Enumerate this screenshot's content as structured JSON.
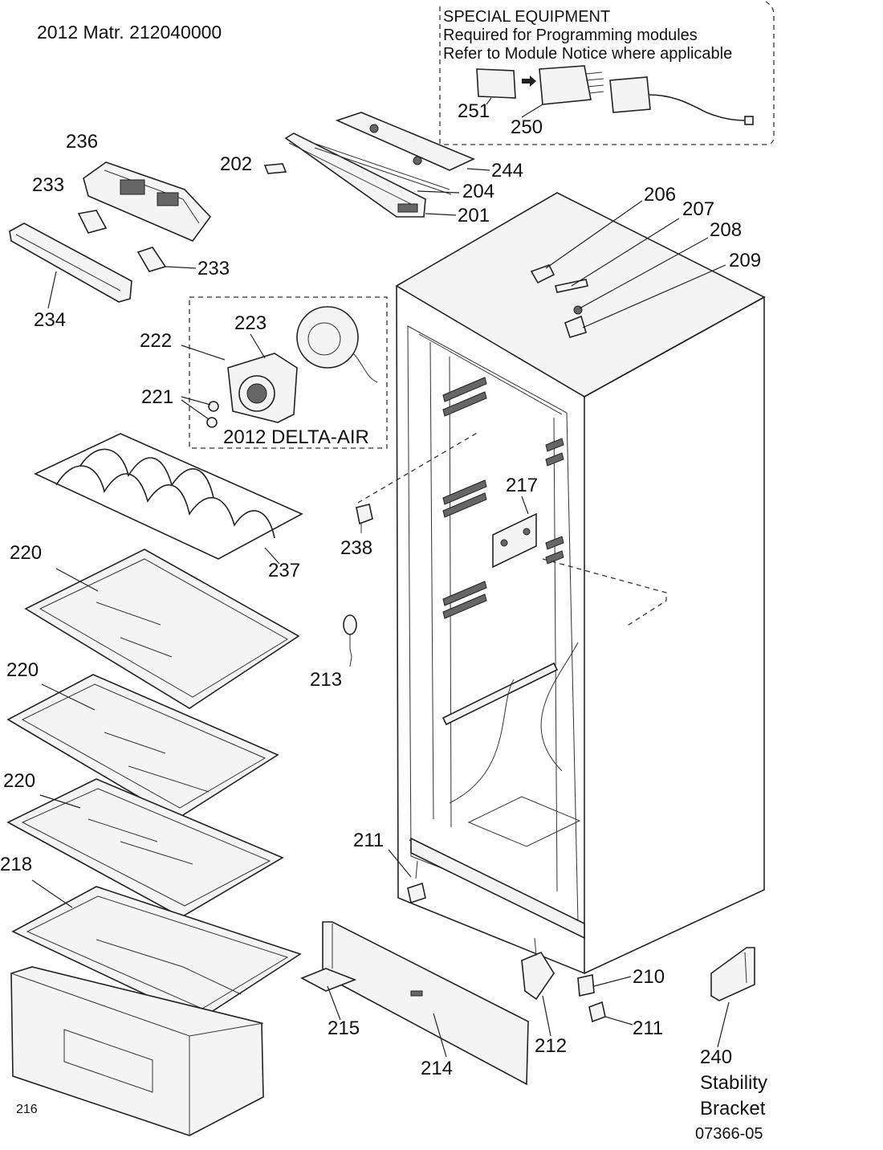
{
  "header": {
    "title": "2012 Matr. 212040000"
  },
  "special_equipment": {
    "heading": "SPECIAL EQUIPMENT",
    "line1": "Required for Programming modules",
    "line2": "Refer to Module Notice where applicable"
  },
  "delta_air": {
    "label": "2012  DELTA-AIR"
  },
  "stability_bracket": {
    "line1": "Stability",
    "line2": "Bracket"
  },
  "doc_code": "07366-05",
  "parts": [
    {
      "id": "p251",
      "label": "251"
    },
    {
      "id": "p250",
      "label": "250"
    },
    {
      "id": "p236",
      "label": "236"
    },
    {
      "id": "p202",
      "label": "202"
    },
    {
      "id": "p244",
      "label": "244"
    },
    {
      "id": "p233a",
      "label": "233"
    },
    {
      "id": "p204",
      "label": "204"
    },
    {
      "id": "p201",
      "label": "201"
    },
    {
      "id": "p206",
      "label": "206"
    },
    {
      "id": "p207",
      "label": "207"
    },
    {
      "id": "p208",
      "label": "208"
    },
    {
      "id": "p233b",
      "label": "233"
    },
    {
      "id": "p209",
      "label": "209"
    },
    {
      "id": "p234",
      "label": "234"
    },
    {
      "id": "p223",
      "label": "223"
    },
    {
      "id": "p222",
      "label": "222"
    },
    {
      "id": "p221",
      "label": "221"
    },
    {
      "id": "p217",
      "label": "217"
    },
    {
      "id": "p238",
      "label": "238"
    },
    {
      "id": "p220a",
      "label": "220"
    },
    {
      "id": "p237",
      "label": "237"
    },
    {
      "id": "p220b",
      "label": "220"
    },
    {
      "id": "p213",
      "label": "213"
    },
    {
      "id": "p220c",
      "label": "220"
    },
    {
      "id": "p211a",
      "label": "211"
    },
    {
      "id": "p218",
      "label": "218"
    },
    {
      "id": "p210",
      "label": "210"
    },
    {
      "id": "p215",
      "label": "215"
    },
    {
      "id": "p211b",
      "label": "211"
    },
    {
      "id": "p212",
      "label": "212"
    },
    {
      "id": "p214",
      "label": "214"
    },
    {
      "id": "p240",
      "label": "240"
    },
    {
      "id": "p216",
      "label": "216"
    }
  ]
}
